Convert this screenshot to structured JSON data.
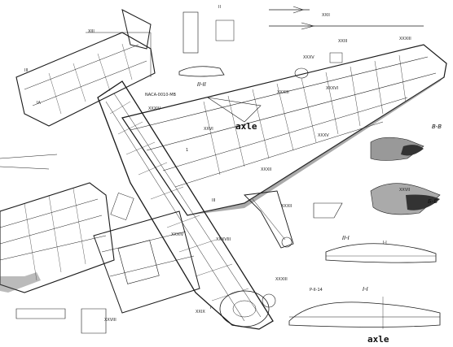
{
  "annotations": {
    "axle_upper": "axle",
    "axle_lower": "axle",
    "airfoil_spec": "NACA-0010-MB",
    "section_ii_ii": "II-II",
    "section_bb": "B-B",
    "section_bb_lower": "Б-Б",
    "section_i_i": "I-I",
    "section_ii_i": "II-I",
    "airfoil_lower": "P-II-14",
    "section_i_i_small": "I-I",
    "label_ia": "IA",
    "label_iii_left": "III",
    "label_iii_mid": "III",
    "label_ii": "II",
    "label_i": "I",
    "label_1": "1",
    "callouts": [
      "XXII",
      "XXIII",
      "XIII",
      "XXXV",
      "XXXIII",
      "XXXIII",
      "XXXIV",
      "XXXVI",
      "XXXV",
      "XXXII",
      "XXVI",
      "XXXIV",
      "XXXIII",
      "XXIX",
      "XXVIII",
      "XXXII",
      "XXVII",
      "XXXVIII"
    ]
  },
  "colors": {
    "ink": "#1a1a1a",
    "paper": "#ffffff",
    "hatch": "#555555"
  }
}
